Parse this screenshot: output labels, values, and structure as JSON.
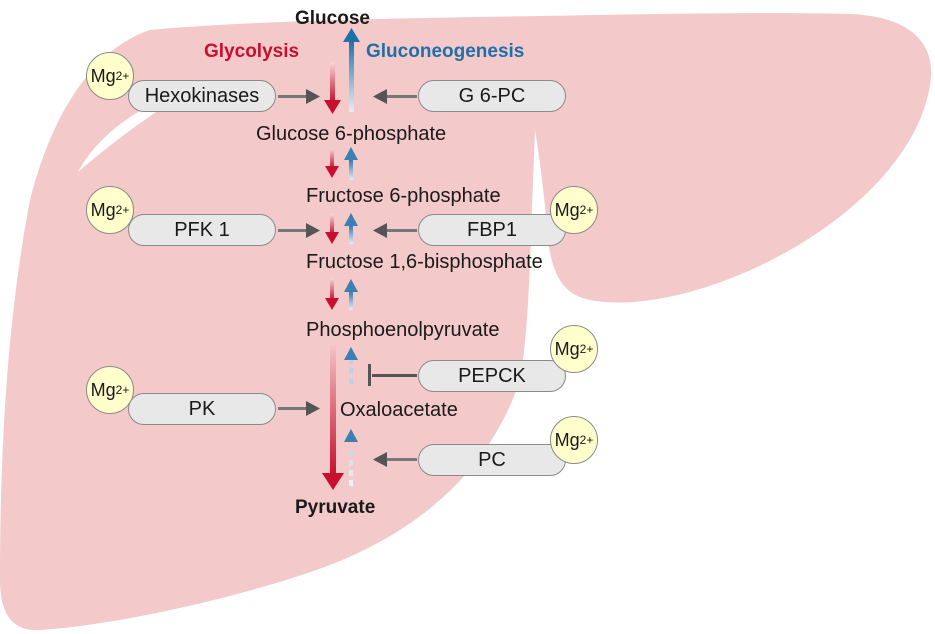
{
  "title": {
    "top": "Glucose",
    "bottom": "Pyruvate",
    "glycolysis": "Glycolysis",
    "gluconeogenesis": "Gluconeogenesis"
  },
  "colors": {
    "liver": "#f4c9ca",
    "glycolysis": "#c8102e",
    "gluconeogenesis": "#1f6fa8",
    "pill": "#e8e8e8",
    "mg": "#ffffcc"
  },
  "metabolites": {
    "g6p": "Glucose 6-phosphate",
    "f6p": "Fructose 6-phosphate",
    "f16bp": "Fructose 1,6-bisphosphate",
    "pep": "Phosphoenolpyruvate",
    "oaa": "Oxaloacetate"
  },
  "enzymes": {
    "hexokinases": "Hexokinases",
    "g6pc": "G 6-PC",
    "pfk1": "PFK 1",
    "fbp1": "FBP1",
    "pepck": "PEPCK",
    "pk": "PK",
    "pc": "PC"
  },
  "cofactor": {
    "base": "Mg",
    "charge": "2+"
  }
}
